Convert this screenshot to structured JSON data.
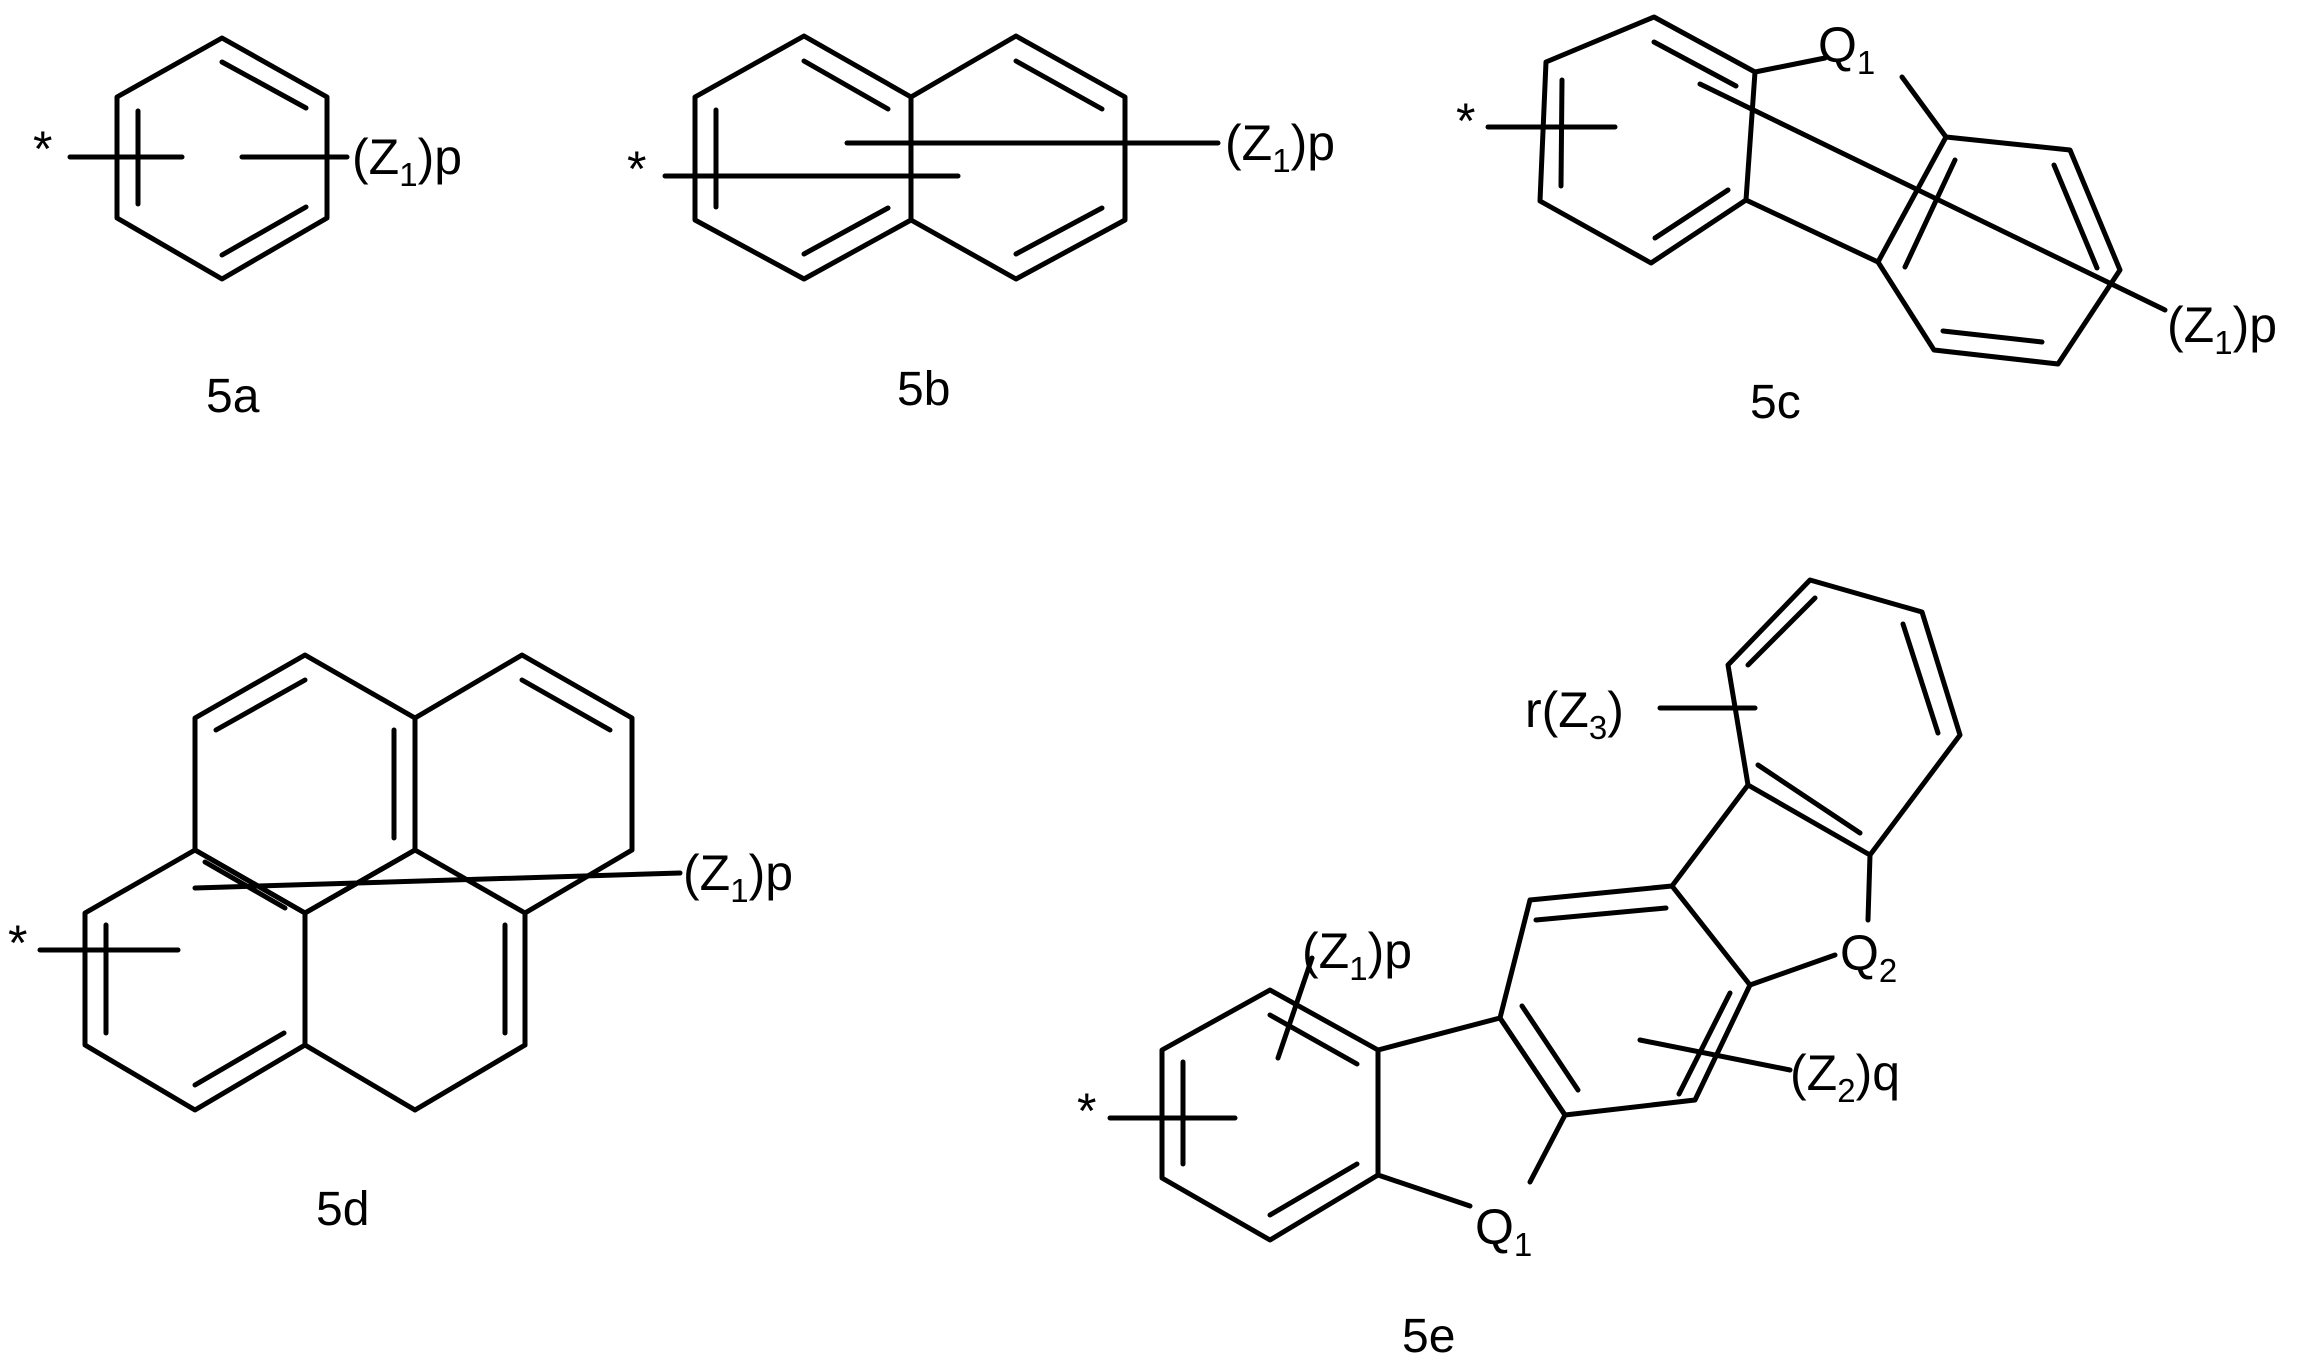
{
  "figure": {
    "background": "#ffffff",
    "line_color": "#000000"
  },
  "structures": [
    {
      "id": "5a",
      "caption": "5a",
      "attach": "*",
      "substituents": [
        {
          "pre": "(Z",
          "sub": "1",
          "post": ")p"
        }
      ]
    },
    {
      "id": "5b",
      "caption": "5b",
      "attach": "*",
      "substituents": [
        {
          "pre": "(Z",
          "sub": "1",
          "post": ")p"
        }
      ]
    },
    {
      "id": "5c",
      "caption": "5c",
      "attach": "*",
      "heteroatoms": [
        {
          "pre": "Q",
          "sub": "1"
        }
      ],
      "substituents": [
        {
          "pre": "(Z",
          "sub": "1",
          "post": ")p"
        }
      ]
    },
    {
      "id": "5d",
      "caption": "5d",
      "attach": "*",
      "substituents": [
        {
          "pre": "(Z",
          "sub": "1",
          "post": ")p"
        }
      ]
    },
    {
      "id": "5e",
      "caption": "5e",
      "attach": "*",
      "heteroatoms": [
        {
          "pre": "Q",
          "sub": "1"
        },
        {
          "pre": "Q",
          "sub": "2"
        }
      ],
      "substituents": [
        {
          "pre": "(Z",
          "sub": "1",
          "post": ")p"
        },
        {
          "pre": "(Z",
          "sub": "2",
          "post": ")q"
        },
        {
          "pre": "r(Z",
          "sub": "3",
          "post": ")"
        }
      ]
    }
  ]
}
